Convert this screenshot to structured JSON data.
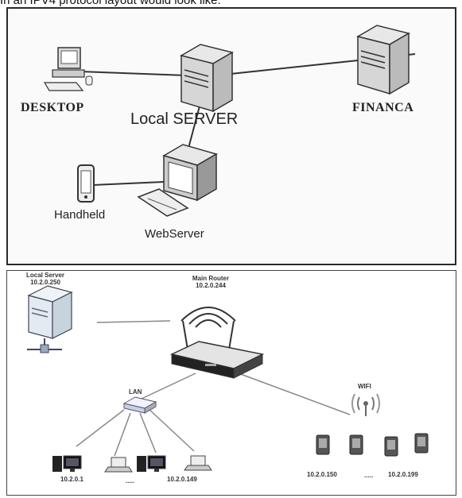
{
  "caption": "In an IPV4 protocol layout would look like:",
  "top": {
    "desktop_label": "DESKTOP",
    "local_server_label": "Local SERVER",
    "finance_label": "FINANCA",
    "handheld_label": "Handheld",
    "webserver_label": "WebServer"
  },
  "bottom": {
    "local_server_title": "Local Server",
    "local_server_ip": "10.2.0.250",
    "router_title": "Main Router",
    "router_ip": "10.2.0.244",
    "lan_label": "LAN",
    "wifi_label": "WIFI",
    "lan_start_ip": "10.2.0.1",
    "lan_dots": ".....",
    "lan_end_ip": "10.2.0.149",
    "wifi_start_ip": "10.2.0.150",
    "wifi_dots": ".....",
    "wifi_end_ip": "10.2.0.199"
  }
}
